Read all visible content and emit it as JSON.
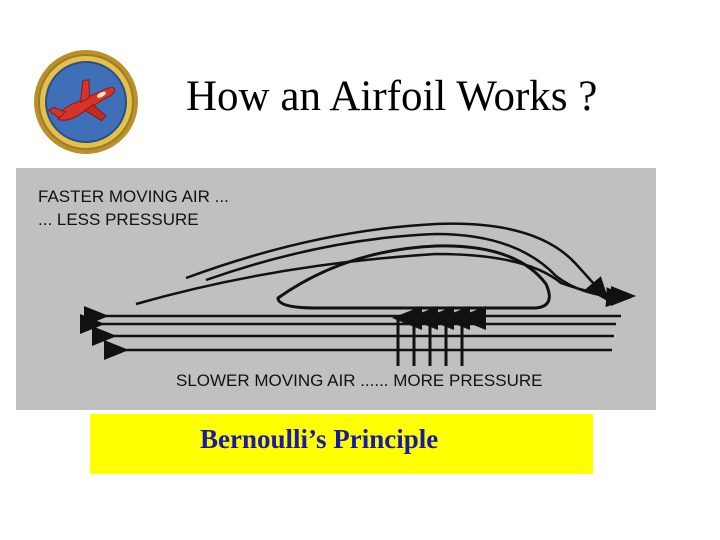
{
  "slide": {
    "title": "How an Airfoil Works ?",
    "caption": "Bernoulli’s Principle"
  },
  "diagram": {
    "top_label_line1": "FASTER MOVING AIR ...",
    "top_label_line2": "... LESS PRESSURE",
    "bottom_label": "SLOWER MOVING AIR ...... MORE PRESSURE",
    "upward_arrow_count": 5
  },
  "colors": {
    "diagram_background": "#c0c0c0",
    "caption_background": "#ffff00",
    "caption_text": "#1a1aa6",
    "badge_ring": "#c99a2e",
    "badge_center": "#3f6fb6",
    "airplane": "#d6342a"
  },
  "icons": {
    "badge": "airplane-merit-badge-icon"
  }
}
